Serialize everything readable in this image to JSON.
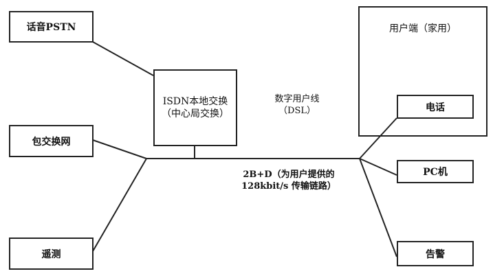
{
  "nodes": {
    "pstn": "话音PSTN",
    "isdn_line1": "ISDN本地交换",
    "isdn_line2": "（中心局交换）",
    "packet": "包交换网",
    "telemetry": "遥测",
    "customer": "用户端（家用）",
    "phone": "电话",
    "pc": "PC机",
    "alarm": "告警"
  },
  "labels": {
    "dsl_line1": "数字用户线",
    "dsl_line2": "（DSL）",
    "link_line1": "2B+D（为用户提供的",
    "link_line2": "128kbit/s 传输链路）"
  }
}
